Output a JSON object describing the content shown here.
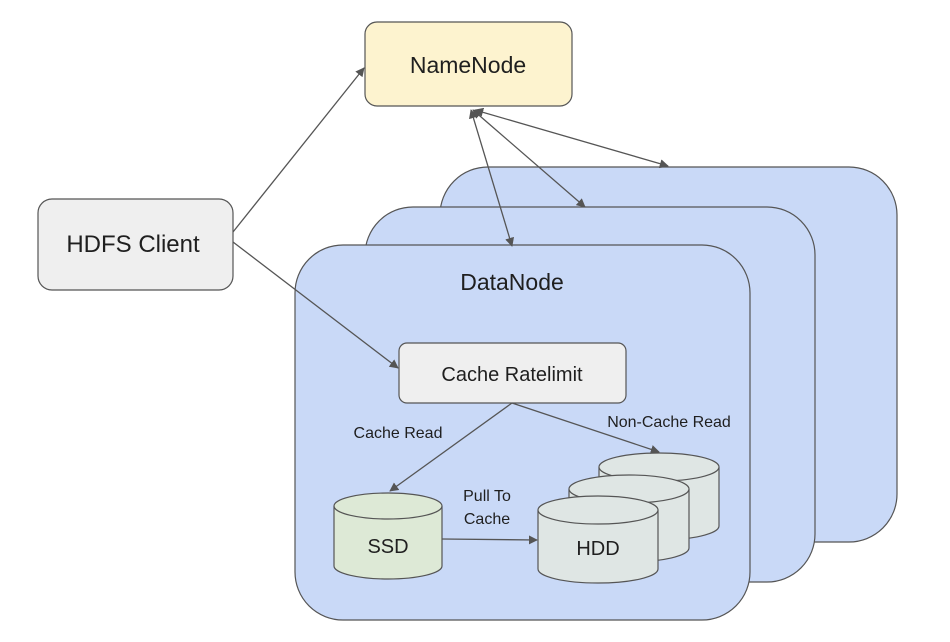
{
  "nodes": {
    "namenode": "NameNode",
    "client": "HDFS Client",
    "datanode": "DataNode",
    "ratelimit": "Cache Ratelimit",
    "ssd": "SSD",
    "hdd": "HDD"
  },
  "edges": {
    "cache_read": "Cache Read",
    "non_cache_read": "Non-Cache Read",
    "pull_to_cache_1": "Pull To",
    "pull_to_cache_2": "Cache"
  },
  "colors": {
    "datanode_fill": "#c9d9f7",
    "namenode_fill": "#fdf3cf",
    "box_fill": "#efefef",
    "ssd_fill": "#dde9d6",
    "hdd_fill": "#dfe6e4",
    "stroke": "#555555"
  }
}
